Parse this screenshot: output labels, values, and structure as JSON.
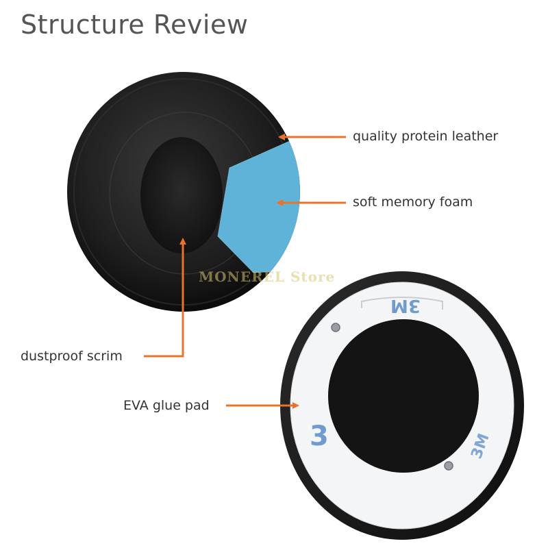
{
  "title": "Structure Review",
  "labels": {
    "leather": "quality protein leather",
    "foam": "soft memory foam",
    "scrim": "dustproof scrim",
    "glue": "EVA glue pad"
  },
  "watermark": "MONEREL Store",
  "colors": {
    "accent": "#e8742c",
    "leather": "#1c1c1c",
    "foam": "#5fb3d9",
    "background": "#ffffff"
  }
}
